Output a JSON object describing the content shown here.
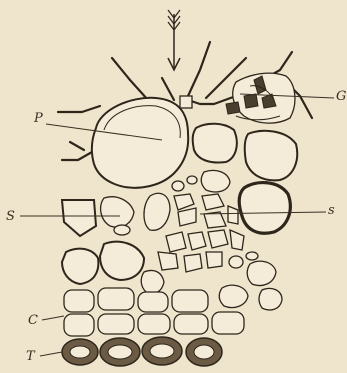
{
  "labels": {
    "P": "P",
    "G": "G",
    "S_left": "S",
    "s_right": "s",
    "C": "C",
    "T": "T"
  }
}
